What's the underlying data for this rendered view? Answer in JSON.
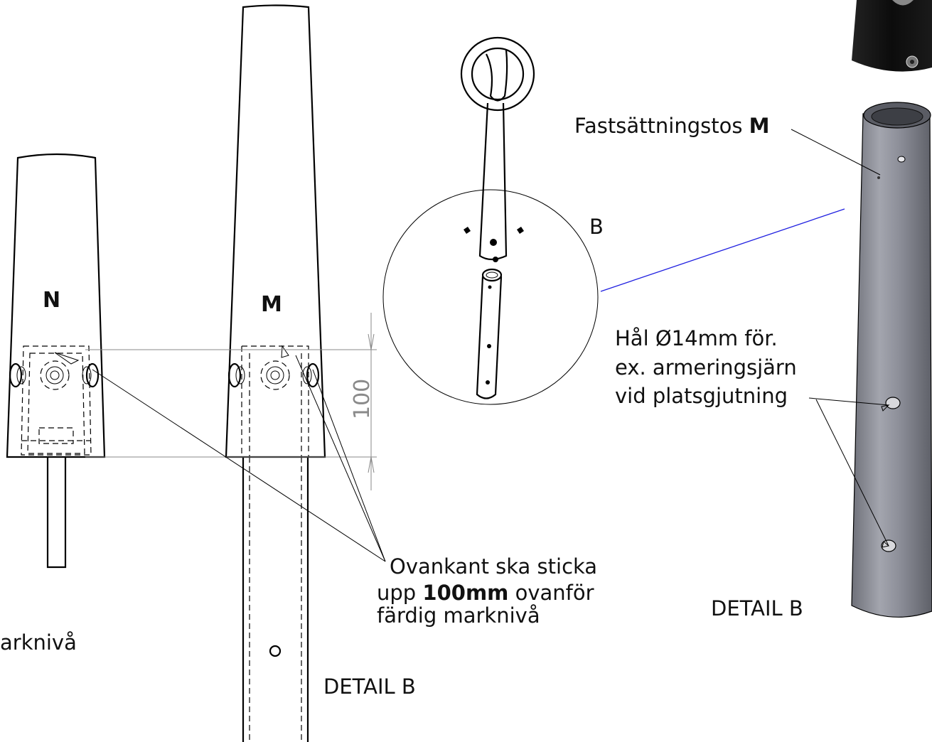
{
  "labels": {
    "part_n": "N",
    "part_m": "M",
    "dimension": "100",
    "detail_ref": "B",
    "detail_b_left": "DETAIL B",
    "detail_b_right": "DETAIL B",
    "marknivå_partial": "arknivå",
    "fastsattning_prefix": "Fastsättningstos ",
    "fastsattning_bold": "M",
    "hole_line1": "Hål Ø14mm för.",
    "hole_line2": "ex. armeringsjärn",
    "hole_line3": "vid platsgjutning",
    "note_line1": "Ovankant ska sticka",
    "note_line2_pre": "upp ",
    "note_line2_bold": "100mm",
    "note_line2_post": " ovanför",
    "note_line3": "färdig  marknivå"
  },
  "colors": {
    "line": "#000000",
    "dimension": "#888888",
    "leader_blue": "#1f1fe0",
    "tube_body": "#8c8e98",
    "cap_black": "#161616"
  }
}
